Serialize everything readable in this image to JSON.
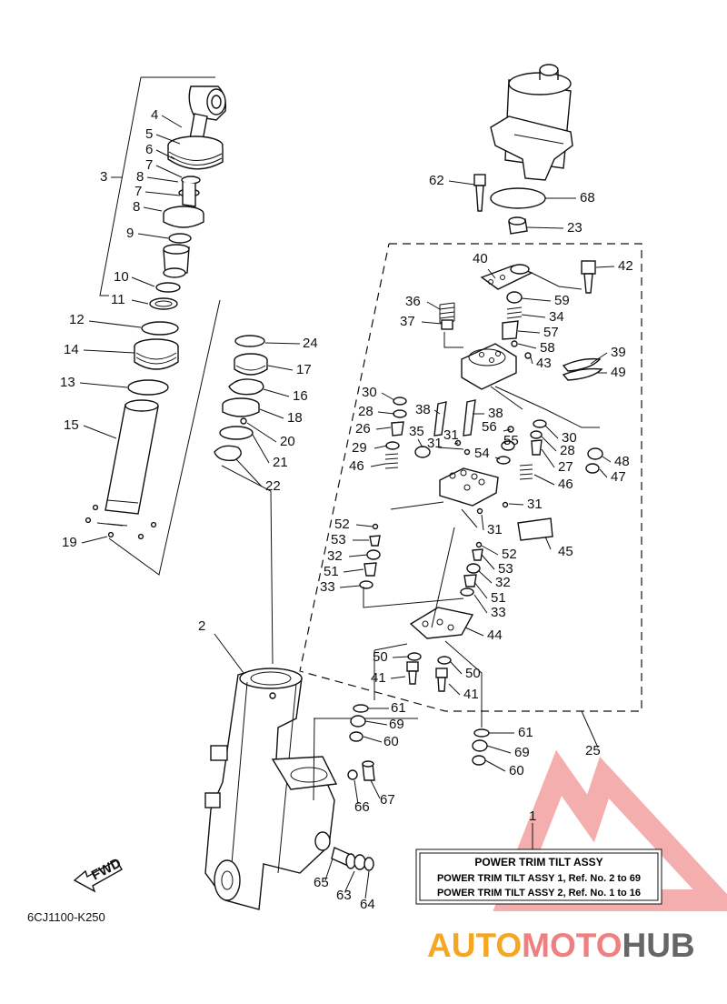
{
  "diagram_code": "6CJ1100-K250",
  "fwd_label": "FWD",
  "info_box": {
    "ref_label": "1",
    "title": "POWER TRIM TILT ASSY",
    "line1": "POWER  TRIM  TILT ASSY 1,  Ref. No.  2  to  69",
    "line2": "POWER  TRIM  TILT ASSY 2,  Ref. No.  1  to  16"
  },
  "watermark": {
    "part1": "AUTO",
    "part2": "MOTO",
    "part3": "HUB",
    "color1": "#f5a623",
    "color2": "#f08080",
    "color3": "#666666"
  },
  "callouts": [
    {
      "n": "4"
    },
    {
      "n": "5"
    },
    {
      "n": "6"
    },
    {
      "n": "7"
    },
    {
      "n": "3"
    },
    {
      "n": "8"
    },
    {
      "n": "7"
    },
    {
      "n": "8"
    },
    {
      "n": "9"
    },
    {
      "n": "10"
    },
    {
      "n": "11"
    },
    {
      "n": "12"
    },
    {
      "n": "14"
    },
    {
      "n": "13"
    },
    {
      "n": "15"
    },
    {
      "n": "19"
    },
    {
      "n": "24"
    },
    {
      "n": "17"
    },
    {
      "n": "16"
    },
    {
      "n": "18"
    },
    {
      "n": "20"
    },
    {
      "n": "21"
    },
    {
      "n": "22"
    },
    {
      "n": "2"
    },
    {
      "n": "62"
    },
    {
      "n": "68"
    },
    {
      "n": "23"
    },
    {
      "n": "40"
    },
    {
      "n": "42"
    },
    {
      "n": "36"
    },
    {
      "n": "59"
    },
    {
      "n": "34"
    },
    {
      "n": "37"
    },
    {
      "n": "57"
    },
    {
      "n": "58"
    },
    {
      "n": "39"
    },
    {
      "n": "43"
    },
    {
      "n": "49"
    },
    {
      "n": "30"
    },
    {
      "n": "38"
    },
    {
      "n": "38"
    },
    {
      "n": "28"
    },
    {
      "n": "56"
    },
    {
      "n": "30"
    },
    {
      "n": "26"
    },
    {
      "n": "35"
    },
    {
      "n": "31"
    },
    {
      "n": "28"
    },
    {
      "n": "55"
    },
    {
      "n": "48"
    },
    {
      "n": "29"
    },
    {
      "n": "31"
    },
    {
      "n": "54"
    },
    {
      "n": "27"
    },
    {
      "n": "46"
    },
    {
      "n": "47"
    },
    {
      "n": "46"
    },
    {
      "n": "31"
    },
    {
      "n": "52"
    },
    {
      "n": "31"
    },
    {
      "n": "53"
    },
    {
      "n": "45"
    },
    {
      "n": "32"
    },
    {
      "n": "52"
    },
    {
      "n": "51"
    },
    {
      "n": "53"
    },
    {
      "n": "33"
    },
    {
      "n": "32"
    },
    {
      "n": "51"
    },
    {
      "n": "33"
    },
    {
      "n": "44"
    },
    {
      "n": "50"
    },
    {
      "n": "50"
    },
    {
      "n": "41"
    },
    {
      "n": "41"
    },
    {
      "n": "61"
    },
    {
      "n": "69"
    },
    {
      "n": "60"
    },
    {
      "n": "25"
    },
    {
      "n": "61"
    },
    {
      "n": "69"
    },
    {
      "n": "60"
    },
    {
      "n": "66"
    },
    {
      "n": "67"
    },
    {
      "n": "65"
    },
    {
      "n": "63"
    },
    {
      "n": "64"
    }
  ]
}
